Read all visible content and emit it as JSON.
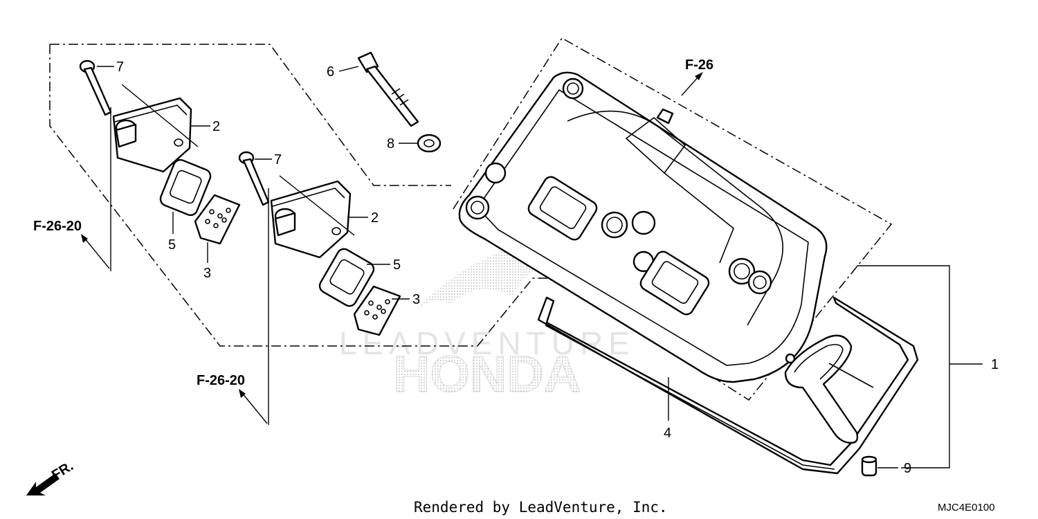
{
  "diagram": {
    "callouts": [
      {
        "id": "c7a",
        "label": "7"
      },
      {
        "id": "c2a",
        "label": "2"
      },
      {
        "id": "c6",
        "label": "6"
      },
      {
        "id": "c8",
        "label": "8"
      },
      {
        "id": "c7b",
        "label": "7"
      },
      {
        "id": "c2b",
        "label": "2"
      },
      {
        "id": "c5a",
        "label": "5"
      },
      {
        "id": "c3a",
        "label": "3"
      },
      {
        "id": "c5b",
        "label": "5"
      },
      {
        "id": "c3b",
        "label": "3"
      },
      {
        "id": "c4",
        "label": "4"
      },
      {
        "id": "c1",
        "label": "1"
      },
      {
        "id": "c9",
        "label": "9"
      }
    ],
    "references": {
      "top": "F-26",
      "left": "F-26-20",
      "bottom": "F-26-20"
    },
    "front_marker": "FR.",
    "watermark": {
      "brand": "HONDA",
      "provider": "LEADVENTURE"
    },
    "footer": {
      "credit": "Rendered by LeadVenture, Inc.",
      "code": "MJC4E0100"
    }
  }
}
